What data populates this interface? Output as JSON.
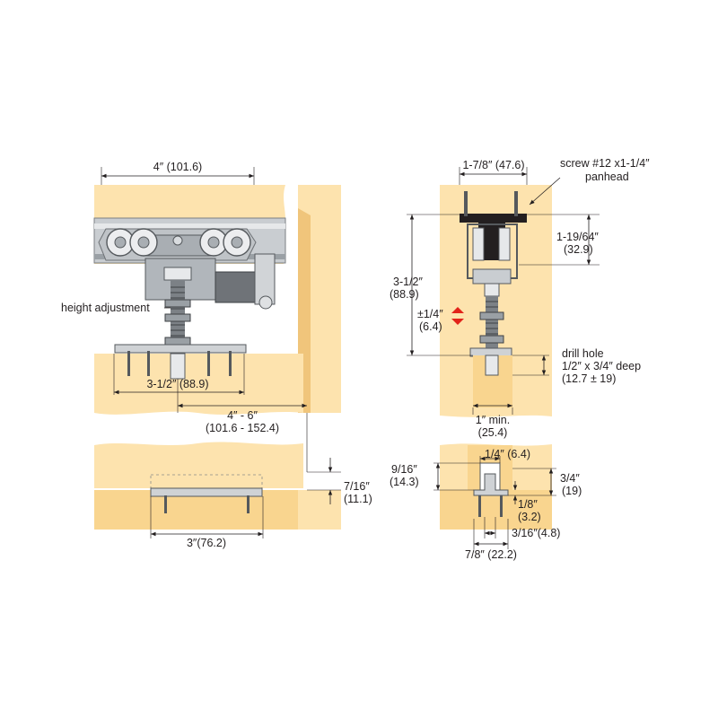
{
  "labels": {
    "front_width": "4″ (101.6)",
    "height_adjustment": "height adjustment",
    "mount_spacing": "3-1/2″ (88.9)",
    "door_offset_a": "4″ - 6″",
    "door_offset_b": "(101.6 - 152.4)",
    "gap_a": "7/16″",
    "gap_b": "(11.1)",
    "guide_width": "3″(76.2)",
    "side_width": "1-7/8″ (47.6)",
    "screw_a": "screw #12 x1-1/4″",
    "screw_b": "panhead",
    "track_height_a": "1-19/64″",
    "track_height_b": "(32.9)",
    "total_height_a": "3-1/2″",
    "total_height_b": "(88.9)",
    "adjust_a": "±1/4″",
    "adjust_b": "(6.4)",
    "drill_a": "drill hole",
    "drill_b": "1/2″ x 3/4″ deep",
    "drill_c": "(12.7 ± 19)",
    "min_a": "1″ min.",
    "min_b": "(25.4)",
    "groove_width": "1/4″ (6.4)",
    "groove_depth_a": "9/16″",
    "groove_depth_b": "(14.3)",
    "guide_height_a": "3/4″",
    "guide_height_b": "(19)",
    "clear_a": "1/8″",
    "clear_b": "(3.2)",
    "guide_thick": "3/16″(4.8)",
    "guide_base": "7/8″ (22.2)"
  },
  "colors": {
    "wood_light": "#fde3ae",
    "wood_dark": "#f9d58f",
    "metal": "#bfc3c7",
    "arrow_red": "#e2231a"
  }
}
